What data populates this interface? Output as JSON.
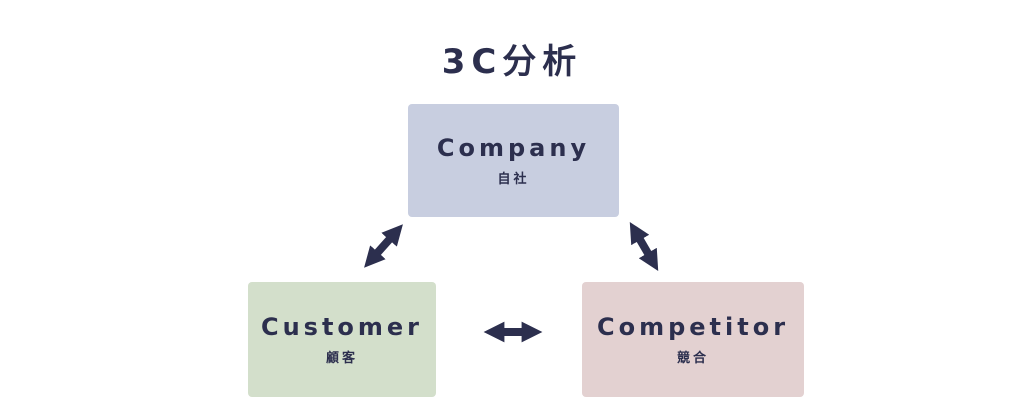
{
  "diagram": {
    "title": "3C分析",
    "nodes": {
      "company": {
        "label": "Company",
        "sublabel": "自社"
      },
      "customer": {
        "label": "Customer",
        "sublabel": "顧客"
      },
      "competitor": {
        "label": "Competitor",
        "sublabel": "競合"
      }
    },
    "edges": [
      {
        "from": "company",
        "to": "customer",
        "type": "double-arrow"
      },
      {
        "from": "company",
        "to": "competitor",
        "type": "double-arrow"
      },
      {
        "from": "customer",
        "to": "competitor",
        "type": "double-arrow"
      }
    ],
    "colors": {
      "text": "#2c2f4e",
      "arrow": "#2c2f4e",
      "company_fill": "#c8cee0",
      "customer_fill": "#d3dfcb",
      "competitor_fill": "#e3d1d1"
    }
  }
}
